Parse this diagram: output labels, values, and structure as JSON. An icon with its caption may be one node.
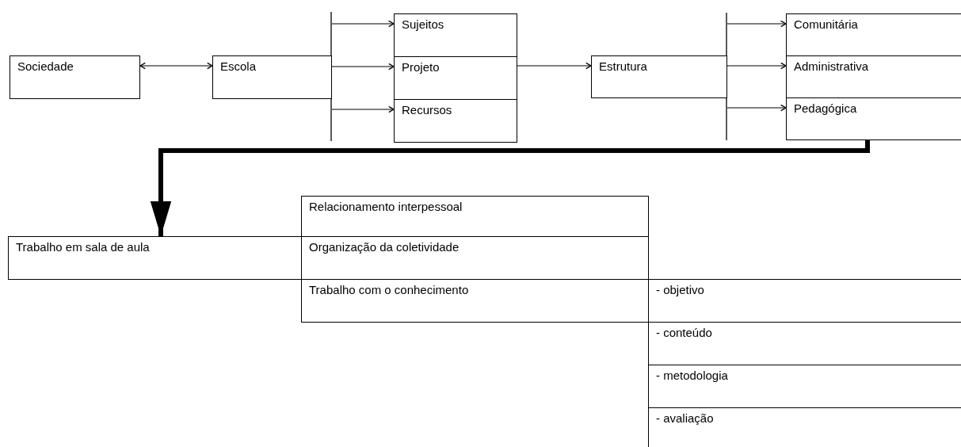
{
  "diagram": {
    "nodes": [
      {
        "text": [
          "Sociedade"
        ]
      },
      {
        "text": [
          "Escola"
        ]
      },
      {
        "text": [
          "Sujeitos"
        ]
      },
      {
        "text": [
          "Projeto"
        ]
      },
      {
        "text": [
          "Recursos"
        ]
      },
      {
        "text": [
          "Estrutura"
        ]
      },
      {
        "text": [
          "Comunitária"
        ]
      },
      {
        "text": [
          "Administrativa"
        ]
      },
      {
        "text": [
          "Pedagógica"
        ]
      },
      {
        "text": [
          "Trabalho em sala de aula"
        ]
      },
      {
        "text": [
          "Relacionamento interpessoal"
        ]
      },
      {
        "text": [
          "Organização da coletividade"
        ]
      },
      {
        "text": [
          "Trabalho com o conhecimento"
        ]
      },
      {
        "text": [
          "- objetivo"
        ]
      },
      {
        "text": [
          "- conteúdo"
        ]
      },
      {
        "text": [
          "- metodologia"
        ]
      },
      {
        "text": [
          "- avaliação"
        ]
      }
    ],
    "edges": [
      {
        "from": 0,
        "to": 1,
        "arrow": "both"
      },
      {
        "from": 1,
        "to": 2,
        "arrow": "to"
      },
      {
        "from": 1,
        "to": 3,
        "arrow": "to"
      },
      {
        "from": 1,
        "to": 4,
        "arrow": "to"
      },
      {
        "from": 3,
        "to": 5,
        "arrow": "to"
      },
      {
        "from": 5,
        "to": 6,
        "arrow": "to"
      },
      {
        "from": 5,
        "to": 7,
        "arrow": "to"
      },
      {
        "from": 5,
        "to": 8,
        "arrow": "to"
      },
      {
        "from": 8,
        "to": 9,
        "arrow": "to",
        "style": "thick"
      }
    ]
  }
}
